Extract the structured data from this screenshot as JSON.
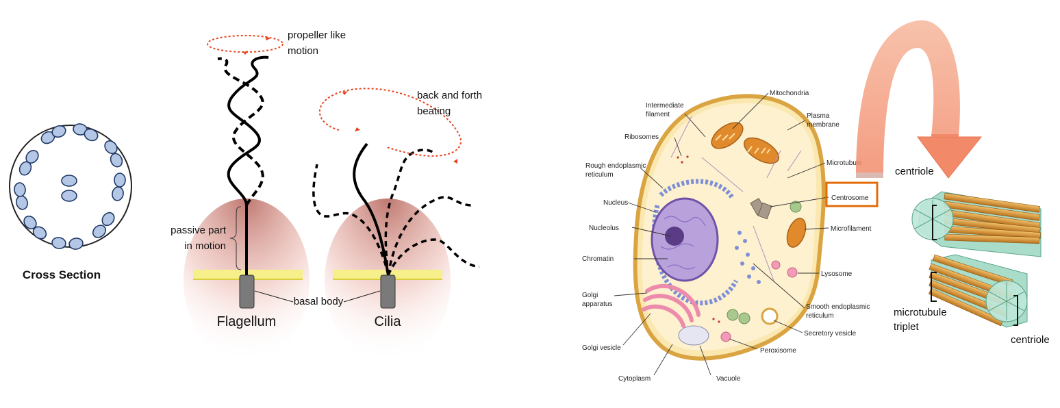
{
  "cross_section": {
    "caption": "Cross Section",
    "fill_color": "#b4c7e7",
    "stroke_color": "#1f3864"
  },
  "flagellum_cilia": {
    "propeller_label_line1": "propeller like",
    "propeller_label_line2": "motion",
    "beating_label_line1": "back and forth",
    "beating_label_line2": "beating",
    "passive_label_line1": "passive part",
    "passive_label_line2": "in motion",
    "basal_body_label": "basal body",
    "flagellum_label": "Flagellum",
    "cilia_label": "Cilia",
    "motion_color": "#e8431c",
    "membrane_color": "#f7f08a"
  },
  "animal_cell": {
    "labels": {
      "intermediate_filament_1": "Intermediate",
      "intermediate_filament_2": "filament",
      "ribosomes": "Ribosomes",
      "rough_er_1": "Rough endoplasmic",
      "rough_er_2": "reticulum",
      "nucleus": "Nucleus",
      "nucleolus": "Nucleolus",
      "chromatin": "Chromatin",
      "golgi_apparatus_1": "Golgi",
      "golgi_apparatus_2": "apparatus",
      "golgi_vesicle": "Golgi vesicle",
      "cytoplasm": "Cytoplasm",
      "vacuole": "Vacuole",
      "peroxisome": "Peroxisome",
      "secretory_vesicle": "Secretory vesicle",
      "smooth_er_1": "Smooth endoplasmic",
      "smooth_er_2": "reticulum",
      "lysosome": "Lysosome",
      "microfilament": "Microfilament",
      "centrosome": "Centrosome",
      "microtubule": "Microtubule",
      "plasma_membrane_1": "Plasma",
      "plasma_membrane_2": "membrane",
      "mitochondria": "Mitochondria"
    },
    "highlight_color": "#e36c09",
    "cell_fill": "#fbe7b0",
    "nucleus_fill": "#8f6fb8"
  },
  "centriole": {
    "centriole_top_label": "centriole",
    "microtubule_triplet_1": "microtubule",
    "microtubule_triplet_2": "triplet",
    "centriole_bottom_label": "centriole",
    "tube_color": "#d9922e",
    "arrow_color": "#f4a98c"
  }
}
